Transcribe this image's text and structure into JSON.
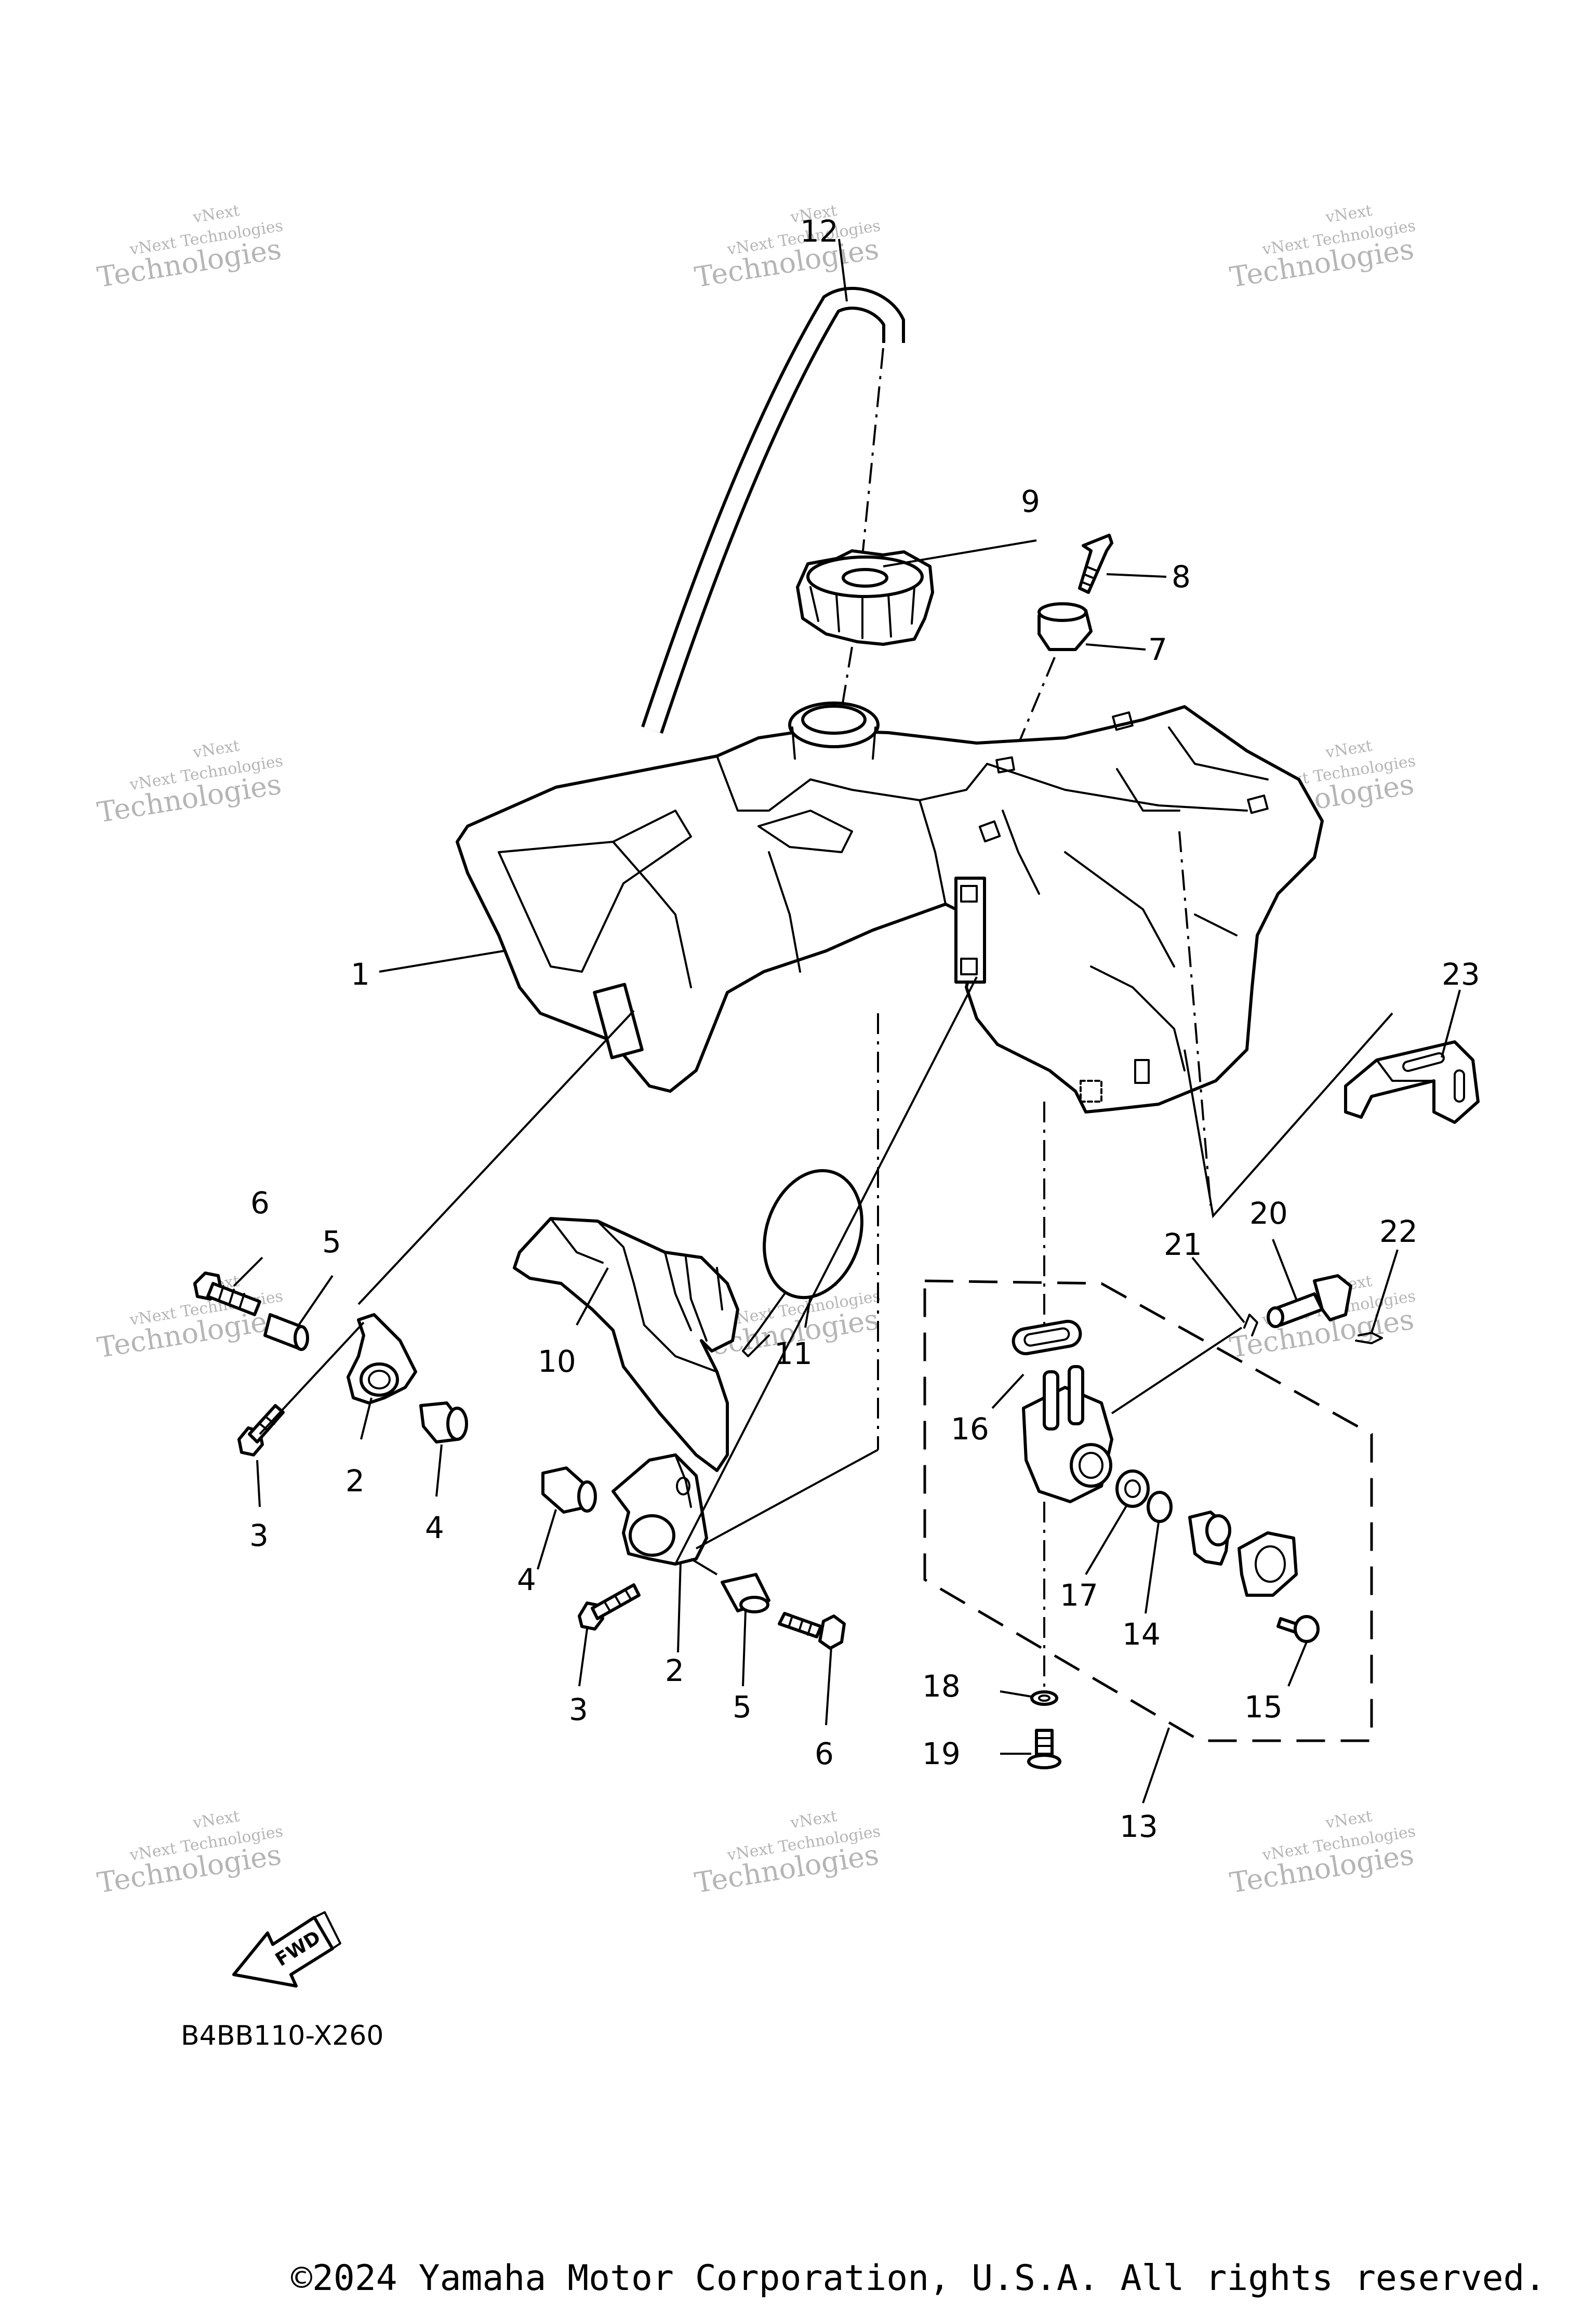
{
  "diagram_code": "B4BB110-X260",
  "fwd_label": "FWD",
  "copyright": "©2024 Yamaha Motor Corporation, U.S.A. All rights reserved.",
  "watermark": {
    "line1": "vNext",
    "line2": "vNext Technologies",
    "line3": "Technologies"
  },
  "callouts": [
    "1",
    "2",
    "2",
    "3",
    "3",
    "4",
    "4",
    "5",
    "5",
    "6",
    "6",
    "7",
    "8",
    "9",
    "10",
    "11",
    "12",
    "13",
    "14",
    "15",
    "16",
    "17",
    "18",
    "19",
    "20",
    "21",
    "22",
    "23"
  ]
}
